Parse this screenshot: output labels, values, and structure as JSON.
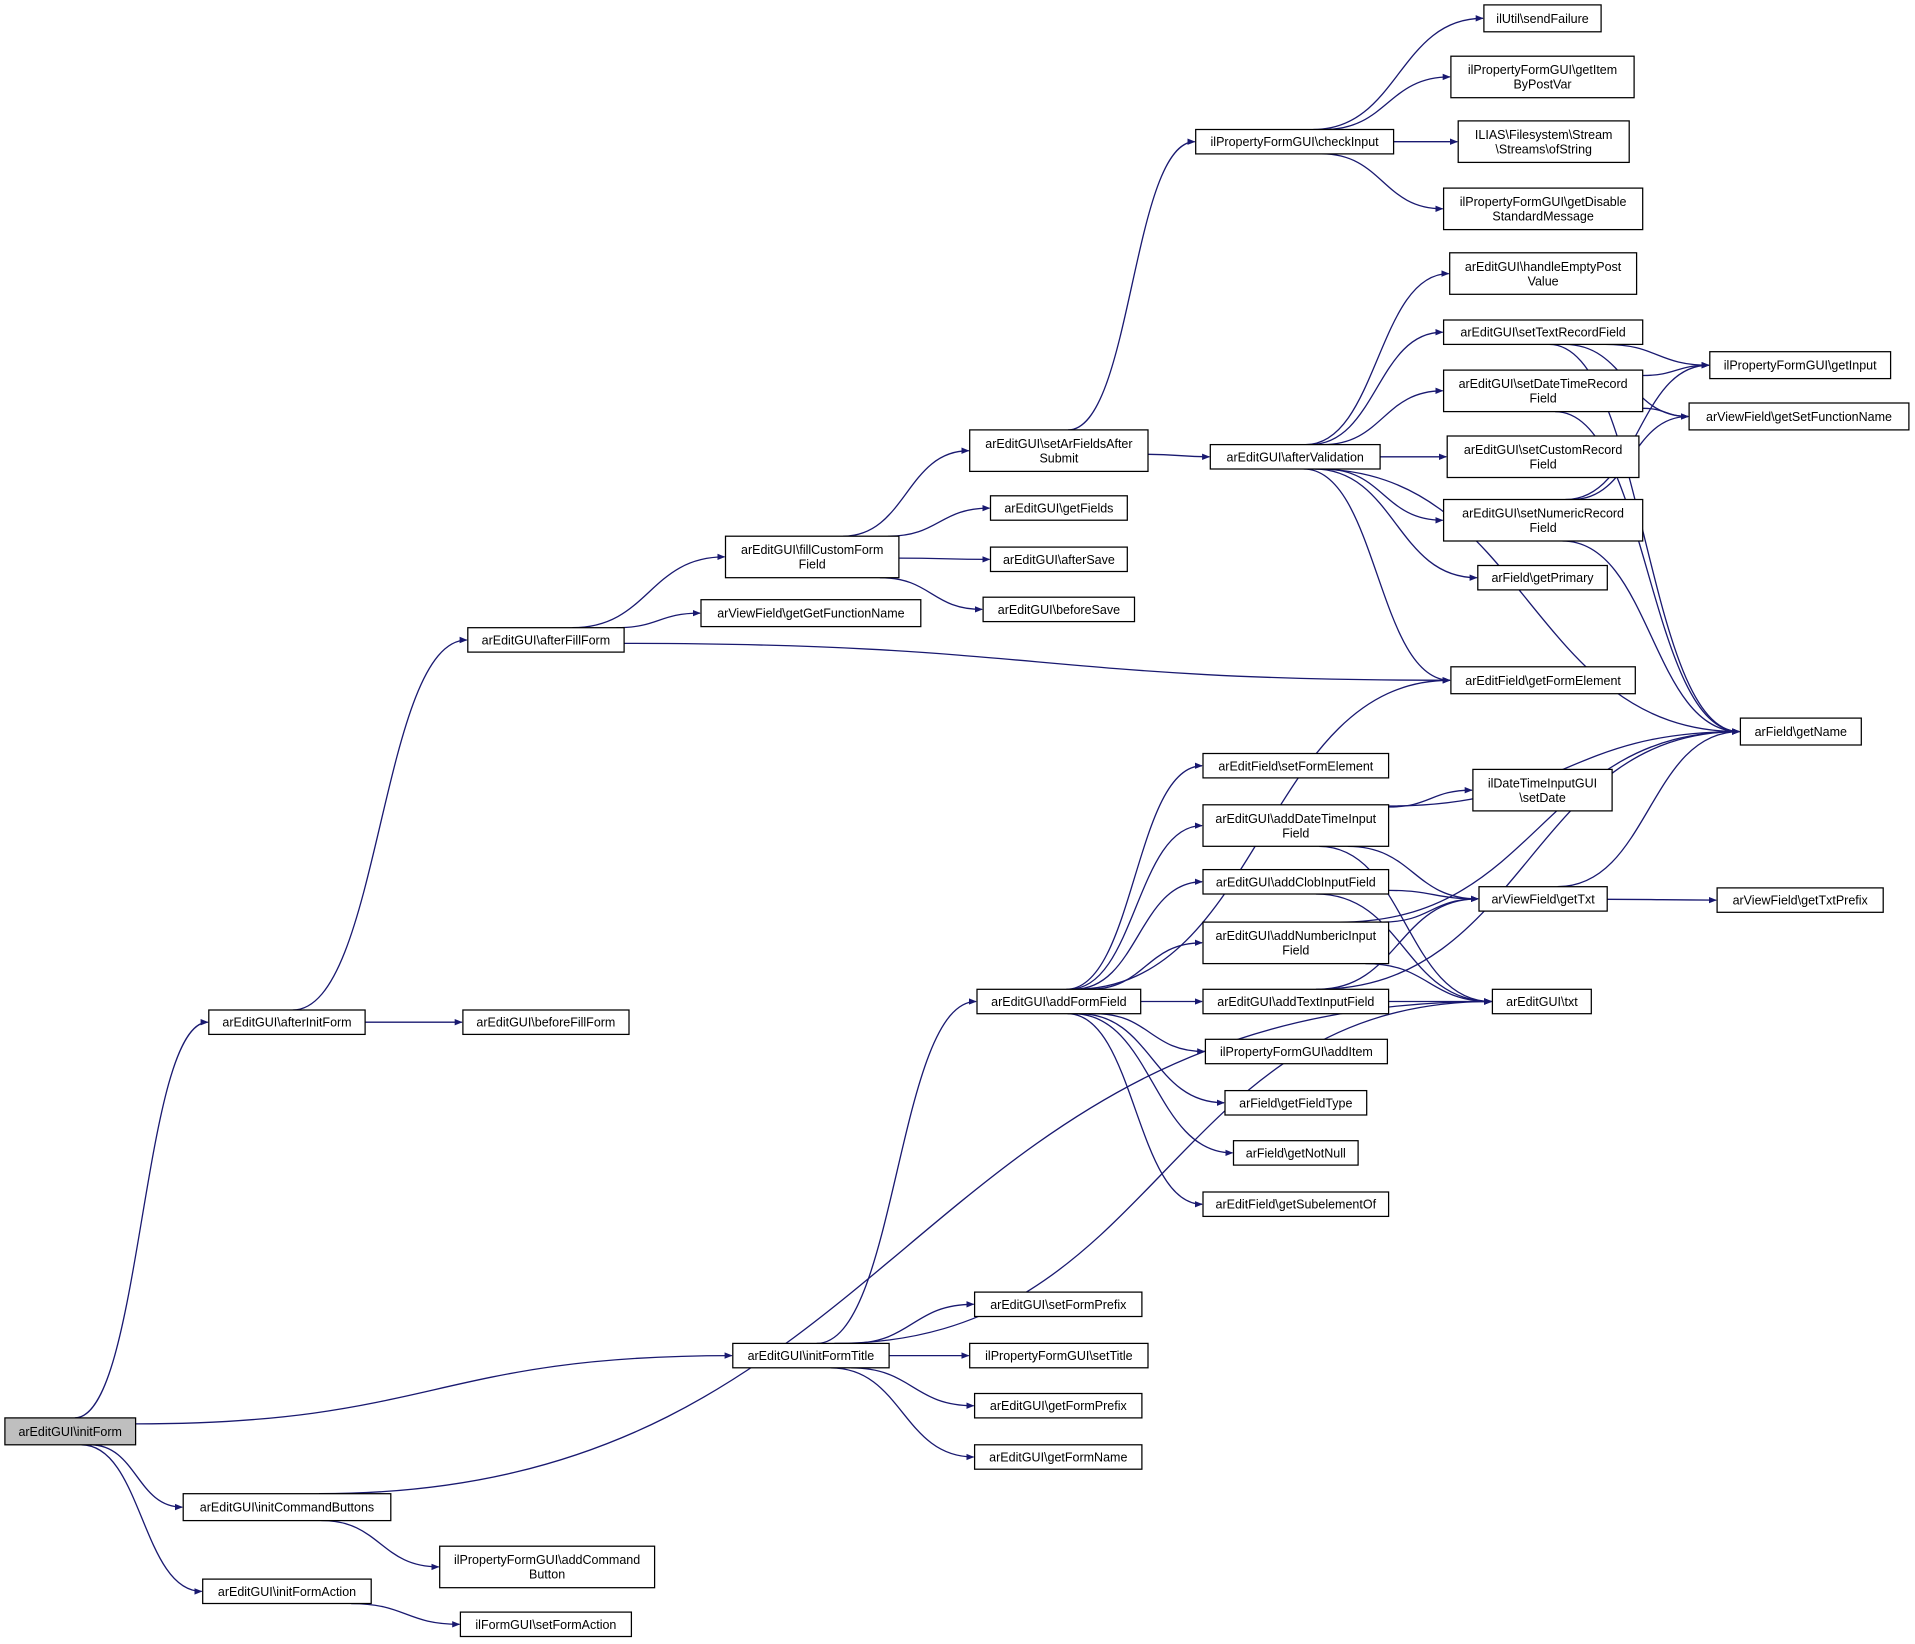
{
  "diagram": {
    "type": "call-graph",
    "colors": {
      "edge": "#191970",
      "root_fill": "#bfbfbf",
      "node_fill": "#ffffff",
      "node_border": "#000000"
    },
    "nodes": [
      {
        "id": "initForm",
        "lines": [
          "arEditGUI\\initForm"
        ],
        "root": true
      },
      {
        "id": "afterInitForm",
        "lines": [
          "arEditGUI\\afterInitForm"
        ]
      },
      {
        "id": "beforeFillForm",
        "lines": [
          "arEditGUI\\beforeFillForm"
        ]
      },
      {
        "id": "afterFillForm",
        "lines": [
          "arEditGUI\\afterFillForm"
        ]
      },
      {
        "id": "fillCustomFormField",
        "lines": [
          "arEditGUI\\fillCustomForm",
          "Field"
        ]
      },
      {
        "id": "getGetFunctionName",
        "lines": [
          "arViewField\\getGetFunctionName"
        ]
      },
      {
        "id": "setArFieldsAfterSubmit",
        "lines": [
          "arEditGUI\\setArFieldsAfter",
          "Submit"
        ]
      },
      {
        "id": "getFields",
        "lines": [
          "arEditGUI\\getFields"
        ]
      },
      {
        "id": "afterSave",
        "lines": [
          "arEditGUI\\afterSave"
        ]
      },
      {
        "id": "beforeSave",
        "lines": [
          "arEditGUI\\beforeSave"
        ]
      },
      {
        "id": "checkInput",
        "lines": [
          "ilPropertyFormGUI\\checkInput"
        ]
      },
      {
        "id": "sendFailure",
        "lines": [
          "ilUtil\\sendFailure"
        ]
      },
      {
        "id": "getItemByPostVar",
        "lines": [
          "ilPropertyFormGUI\\getItem",
          "ByPostVar"
        ]
      },
      {
        "id": "ofString",
        "lines": [
          "ILIAS\\Filesystem\\Stream",
          "\\Streams\\ofString"
        ]
      },
      {
        "id": "getDisableStandardMessage",
        "lines": [
          "ilPropertyFormGUI\\getDisable",
          "StandardMessage"
        ]
      },
      {
        "id": "afterValidation",
        "lines": [
          "arEditGUI\\afterValidation"
        ]
      },
      {
        "id": "handleEmptyPostValue",
        "lines": [
          "arEditGUI\\handleEmptyPost",
          "Value"
        ]
      },
      {
        "id": "setTextRecordField",
        "lines": [
          "arEditGUI\\setTextRecordField"
        ]
      },
      {
        "id": "setDateTimeRecordField",
        "lines": [
          "arEditGUI\\setDateTimeRecord",
          "Field"
        ]
      },
      {
        "id": "setCustomRecordField",
        "lines": [
          "arEditGUI\\setCustomRecord",
          "Field"
        ]
      },
      {
        "id": "setNumericRecordField",
        "lines": [
          "arEditGUI\\setNumericRecord",
          "Field"
        ]
      },
      {
        "id": "getPrimary",
        "lines": [
          "arField\\getPrimary"
        ]
      },
      {
        "id": "getFormElement",
        "lines": [
          "arEditField\\getFormElement"
        ]
      },
      {
        "id": "getInput",
        "lines": [
          "ilPropertyFormGUI\\getInput"
        ]
      },
      {
        "id": "getSetFunctionName",
        "lines": [
          "arViewField\\getSetFunctionName"
        ]
      },
      {
        "id": "getName",
        "lines": [
          "arField\\getName"
        ]
      },
      {
        "id": "setFormElement",
        "lines": [
          "arEditField\\setFormElement"
        ]
      },
      {
        "id": "addDateTimeInputField",
        "lines": [
          "arEditGUI\\addDateTimeInput",
          "Field"
        ]
      },
      {
        "id": "setDate",
        "lines": [
          "ilDateTimeInputGUI",
          "\\setDate"
        ]
      },
      {
        "id": "addClobInputField",
        "lines": [
          "arEditGUI\\addClobInputField"
        ]
      },
      {
        "id": "getTxt",
        "lines": [
          "arViewField\\getTxt"
        ]
      },
      {
        "id": "getTxtPrefix",
        "lines": [
          "arViewField\\getTxtPrefix"
        ]
      },
      {
        "id": "addNumbericInputField",
        "lines": [
          "arEditGUI\\addNumbericInput",
          "Field"
        ]
      },
      {
        "id": "addFormField",
        "lines": [
          "arEditGUI\\addFormField"
        ]
      },
      {
        "id": "addTextInputField",
        "lines": [
          "arEditGUI\\addTextInputField"
        ]
      },
      {
        "id": "txt",
        "lines": [
          "arEditGUI\\txt"
        ]
      },
      {
        "id": "addItem",
        "lines": [
          "ilPropertyFormGUI\\addItem"
        ]
      },
      {
        "id": "getFieldType",
        "lines": [
          "arField\\getFieldType"
        ]
      },
      {
        "id": "getNotNull",
        "lines": [
          "arField\\getNotNull"
        ]
      },
      {
        "id": "getSubelementOf",
        "lines": [
          "arEditField\\getSubelementOf"
        ]
      },
      {
        "id": "initFormTitle",
        "lines": [
          "arEditGUI\\initFormTitle"
        ]
      },
      {
        "id": "setFormPrefix",
        "lines": [
          "arEditGUI\\setFormPrefix"
        ]
      },
      {
        "id": "setTitle",
        "lines": [
          "ilPropertyFormGUI\\setTitle"
        ]
      },
      {
        "id": "getFormPrefix",
        "lines": [
          "arEditGUI\\getFormPrefix"
        ]
      },
      {
        "id": "getFormName",
        "lines": [
          "arEditGUI\\getFormName"
        ]
      },
      {
        "id": "initCommandButtons",
        "lines": [
          "arEditGUI\\initCommandButtons"
        ]
      },
      {
        "id": "addCommandButton",
        "lines": [
          "ilPropertyFormGUI\\addCommand",
          "Button"
        ]
      },
      {
        "id": "initFormAction",
        "lines": [
          "arEditGUI\\initFormAction"
        ]
      },
      {
        "id": "setFormAction",
        "lines": [
          "ilFormGUI\\setFormAction"
        ]
      }
    ]
  }
}
